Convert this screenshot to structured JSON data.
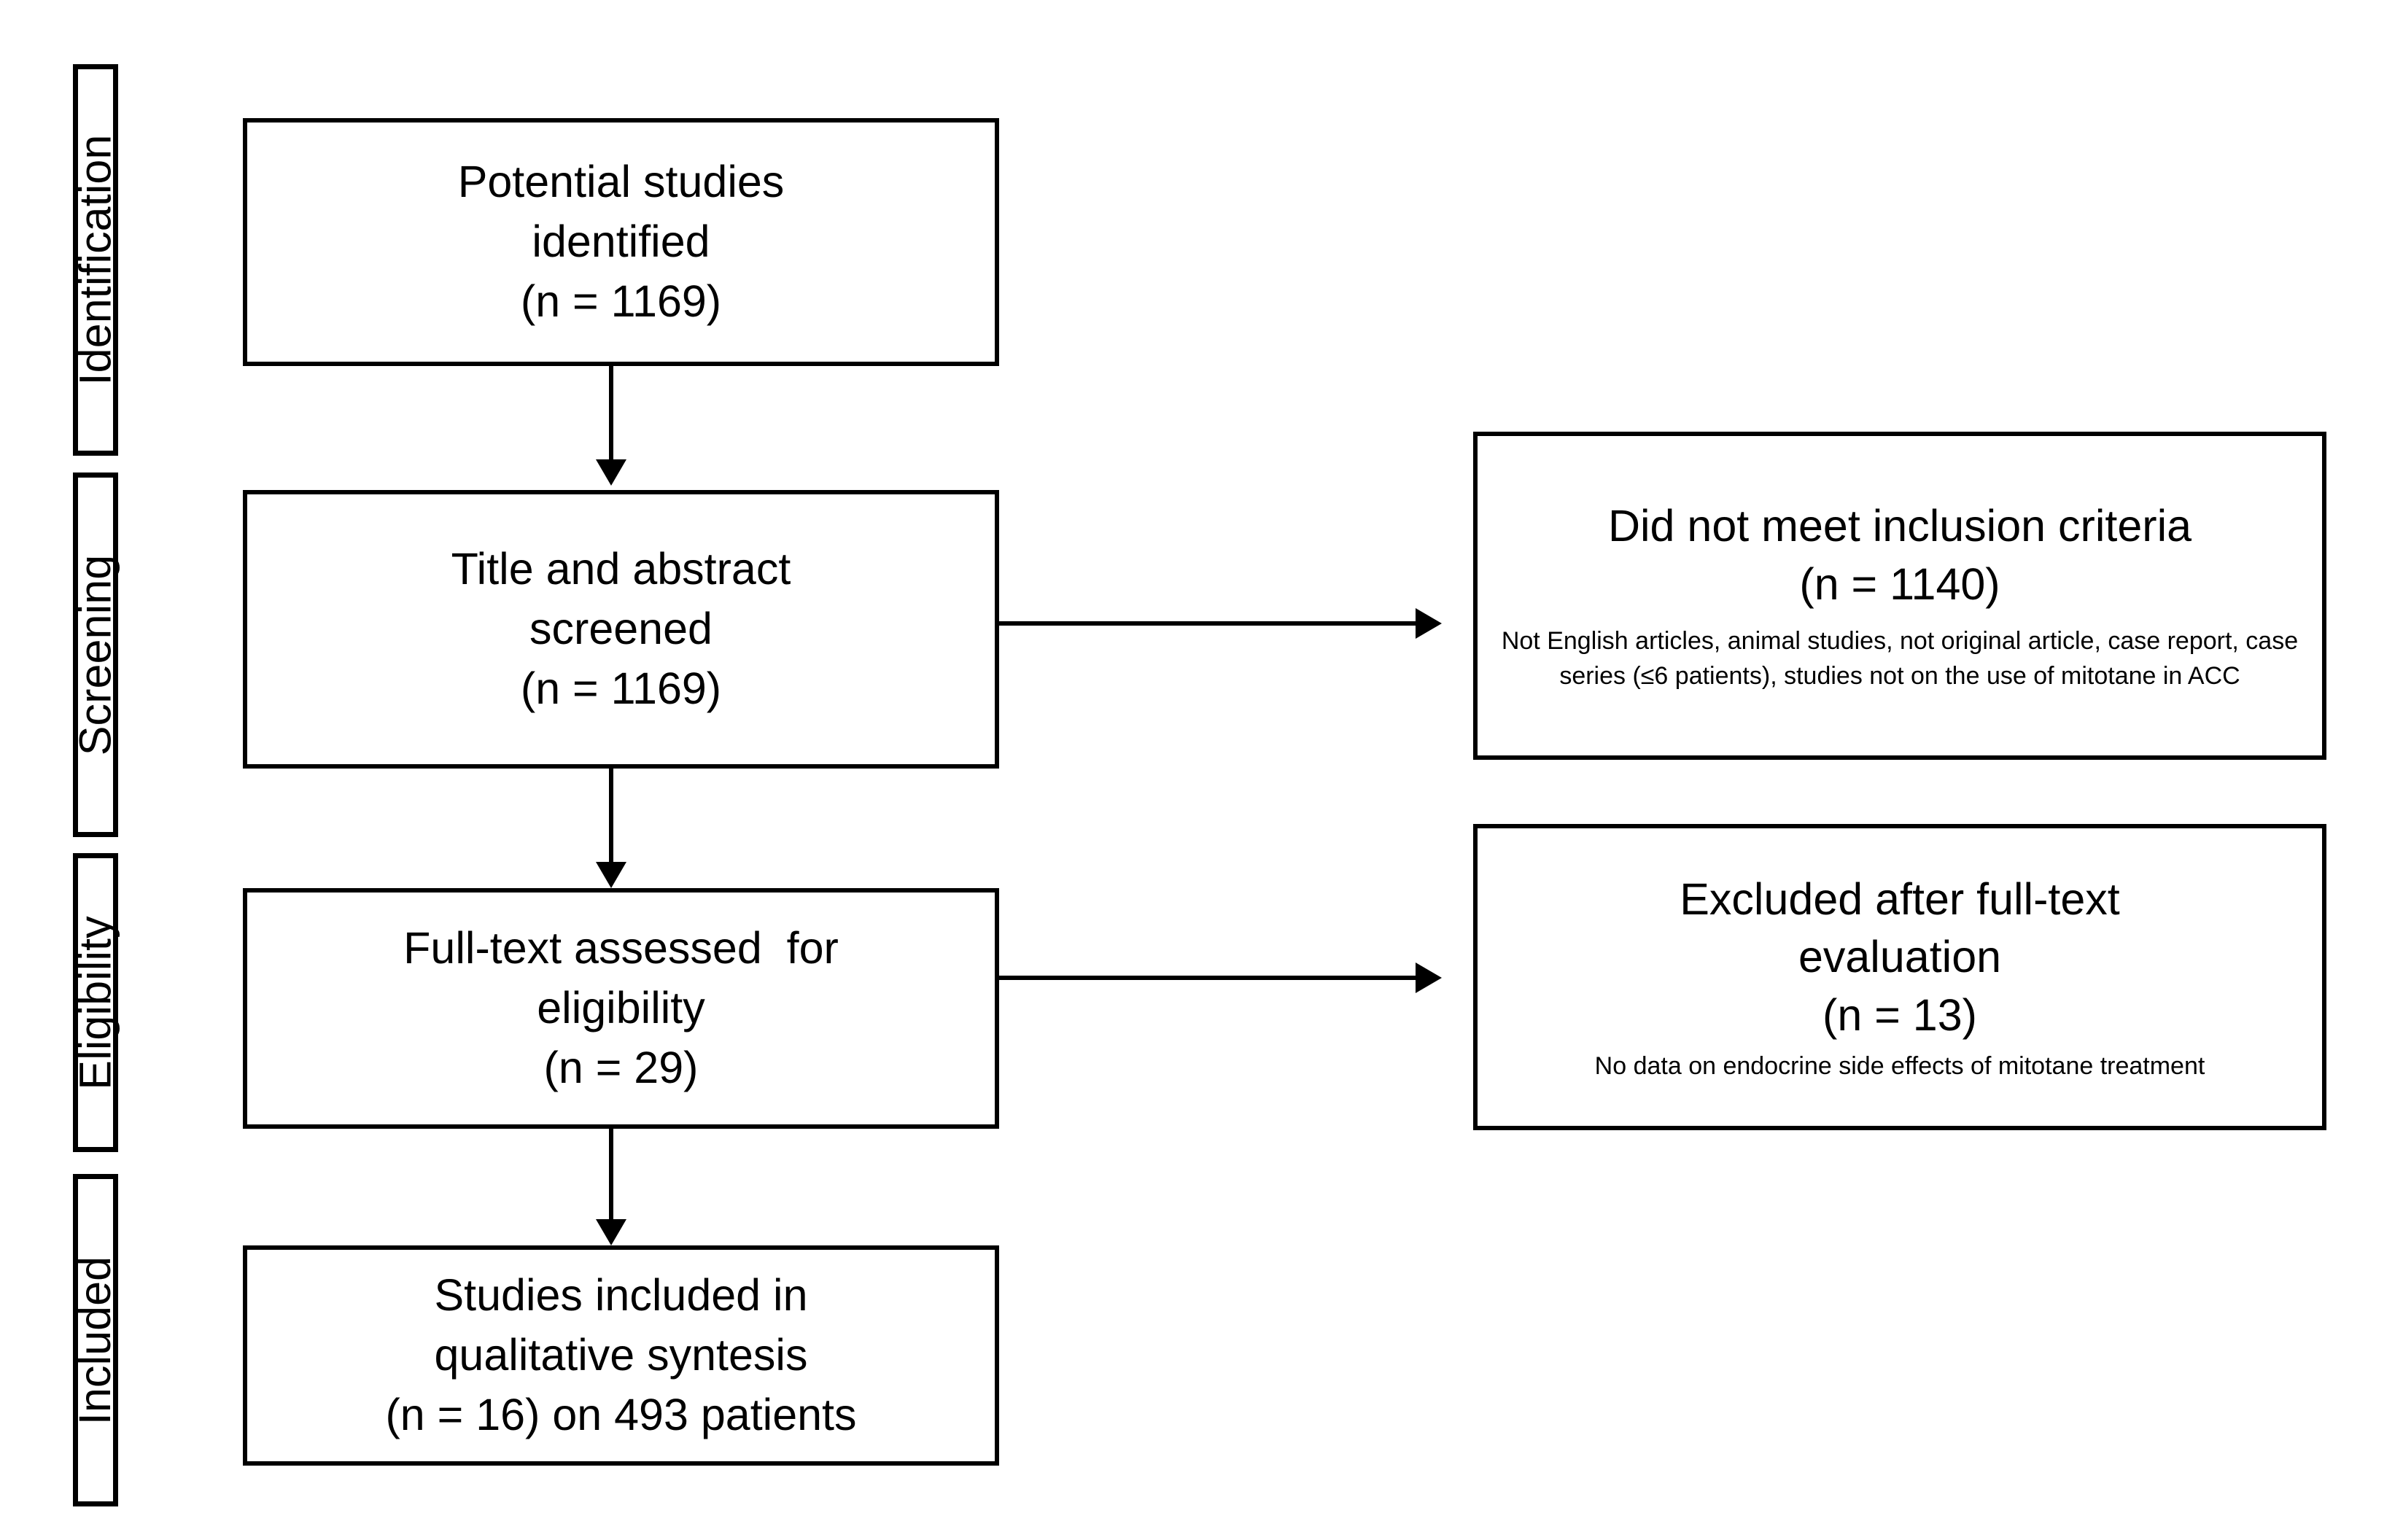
{
  "diagram": {
    "title": "PRISMA study selection flow diagram",
    "type": "flowchart",
    "line_color": "#000000",
    "background_color": "#ffffff"
  },
  "stages": [
    {
      "id": "identification",
      "label": "Identification"
    },
    {
      "id": "screening",
      "label": "Screening"
    },
    {
      "id": "eligibility",
      "label": "Eligibility"
    },
    {
      "id": "included",
      "label": "Included"
    }
  ],
  "flow_boxes": [
    {
      "id": "potential-studies",
      "lines": [
        "Potential studies",
        "identified",
        "(n = 1169)"
      ],
      "count": 1169
    },
    {
      "id": "title-abstract-screened",
      "lines": [
        "Title and abstract",
        "screened",
        "(n = 1169)"
      ],
      "count": 1169
    },
    {
      "id": "full-text-assessed",
      "lines": [
        "Full-text assessed  for",
        "eligibility",
        "(n = 29)"
      ],
      "count": 29
    },
    {
      "id": "studies-included",
      "lines": [
        "Studies included in",
        "qualitative syntesis",
        "(n = 16) on 493 patients"
      ],
      "count": 16,
      "patients": 493
    }
  ],
  "exclusion_boxes": [
    {
      "id": "did-not-meet-inclusion",
      "lines": [
        "Did not meet inclusion criteria",
        "(n = 1140)"
      ],
      "count": 1140,
      "detail": "Not English articles, animal studies, not original article, case report, case series (≤6 patients), studies not on the use of mitotane in ACC"
    },
    {
      "id": "excluded-after-full-text",
      "lines": [
        "Excluded after full-text",
        "evaluation",
        "(n = 13)"
      ],
      "count": 13,
      "detail": "No data on endocrine side effects of mitotane treatment"
    }
  ],
  "connectors": [
    {
      "id": "identification-to-screening",
      "direction": "down"
    },
    {
      "id": "screening-to-exclusion-1",
      "direction": "right"
    },
    {
      "id": "screening-to-eligibility",
      "direction": "down"
    },
    {
      "id": "eligibility-to-exclusion-2",
      "direction": "right"
    },
    {
      "id": "eligibility-to-included",
      "direction": "down"
    }
  ]
}
